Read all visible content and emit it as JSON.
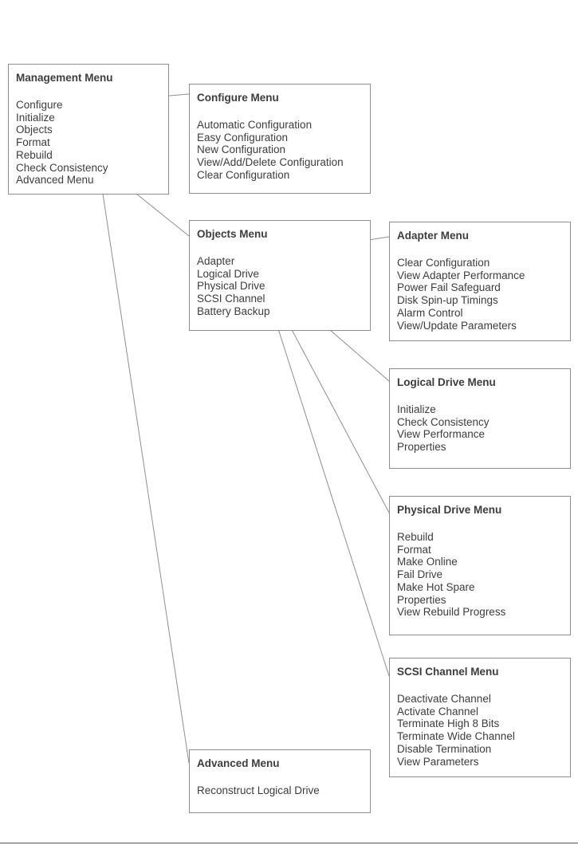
{
  "colors": {
    "page_bg": "#ffffff",
    "text_color": "#3d3d3d",
    "border_color": "#8f8f8f",
    "line_color": "#8f8f8f",
    "rule_color": "#4f4f4f"
  },
  "menus": {
    "management": {
      "title": "Management Menu",
      "items": [
        "Configure",
        "Initialize",
        "Objects",
        "Format",
        "Rebuild",
        "Check Consistency",
        "Advanced Menu"
      ]
    },
    "configure": {
      "title": "Configure Menu",
      "items": [
        "Automatic Configuration",
        "Easy Configuration",
        "New Configuration",
        "View/Add/Delete Configuration",
        "Clear Configuration"
      ]
    },
    "objects": {
      "title": "Objects Menu",
      "items": [
        "Adapter",
        "Logical Drive",
        "Physical Drive",
        "SCSI Channel",
        "Battery Backup"
      ]
    },
    "adapter": {
      "title": "Adapter Menu",
      "items": [
        "Clear Configuration",
        "View Adapter Performance",
        "Power Fail Safeguard",
        "Disk Spin-up Timings",
        "Alarm Control",
        "View/Update Parameters"
      ]
    },
    "logical_drive": {
      "title": "Logical Drive Menu",
      "items": [
        "Initialize",
        "Check Consistency",
        "View Performance",
        "Properties"
      ]
    },
    "physical_drive": {
      "title": "Physical Drive Menu",
      "items": [
        "Rebuild",
        "Format",
        "Make Online",
        "Fail Drive",
        "Make Hot Spare",
        "Properties",
        "View Rebuild Progress"
      ]
    },
    "scsi_channel": {
      "title": "SCSI Channel Menu",
      "items": [
        "Deactivate Channel",
        "Activate Channel",
        "Terminate High 8 Bits",
        "Terminate Wide Channel",
        "Disable Termination",
        "View Parameters"
      ]
    },
    "advanced": {
      "title": "Advanced Menu",
      "items": [
        "Reconstruct Logical Drive"
      ]
    }
  },
  "connections": [
    {
      "from": "Management Menu / Configure",
      "to": "Configure Menu"
    },
    {
      "from": "Management Menu / Objects",
      "to": "Objects Menu"
    },
    {
      "from": "Management Menu / Advanced Menu",
      "to": "Advanced Menu"
    },
    {
      "from": "Objects Menu / Adapter",
      "to": "Adapter Menu"
    },
    {
      "from": "Objects Menu / Logical Drive",
      "to": "Logical Drive Menu"
    },
    {
      "from": "Objects Menu / Physical Drive",
      "to": "Physical Drive Menu"
    },
    {
      "from": "Objects Menu / SCSI Channel",
      "to": "SCSI Channel Menu"
    }
  ]
}
